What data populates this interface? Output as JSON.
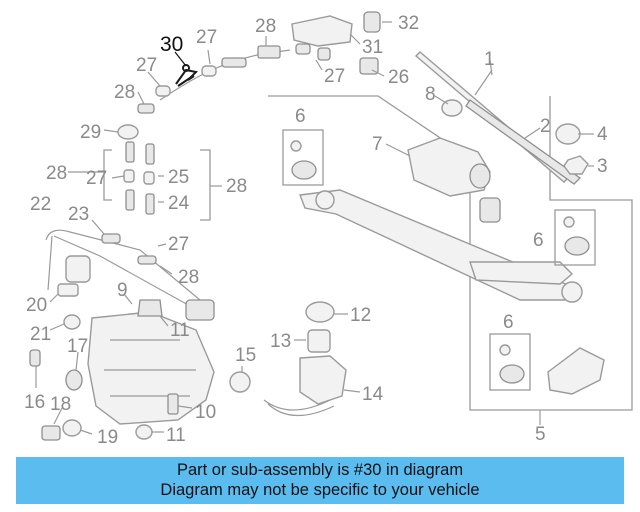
{
  "callouts": {
    "c1": "1",
    "c2": "2",
    "c3": "3",
    "c4": "4",
    "c5": "5",
    "c6a": "6",
    "c6b": "6",
    "c6c": "6",
    "c7": "7",
    "c8": "8",
    "c9": "9",
    "c10": "10",
    "c11a": "11",
    "c11b": "11",
    "c12": "12",
    "c13": "13",
    "c14": "14",
    "c15": "15",
    "c16": "16",
    "c17": "17",
    "c18": "18",
    "c19": "19",
    "c20": "20",
    "c21": "21",
    "c22": "22",
    "c23": "23",
    "c24": "24",
    "c25": "25",
    "c26": "26",
    "c27a": "27",
    "c27b": "27",
    "c27c": "27",
    "c27d": "27",
    "c27e": "27",
    "c28a": "28",
    "c28b": "28",
    "c28c": "28",
    "c28d": "28",
    "c28e": "28",
    "c29": "29",
    "c30": "30",
    "c31": "31",
    "c32": "32"
  },
  "highlighted_part": "30",
  "banner": {
    "line1": "Part or sub-assembly is #30 in diagram",
    "line2": "Diagram may not be specific to your vehicle"
  },
  "colors": {
    "banner_bg": "#5bbcf0",
    "label_gray": "#8a8a8a",
    "highlight": "#111111"
  }
}
